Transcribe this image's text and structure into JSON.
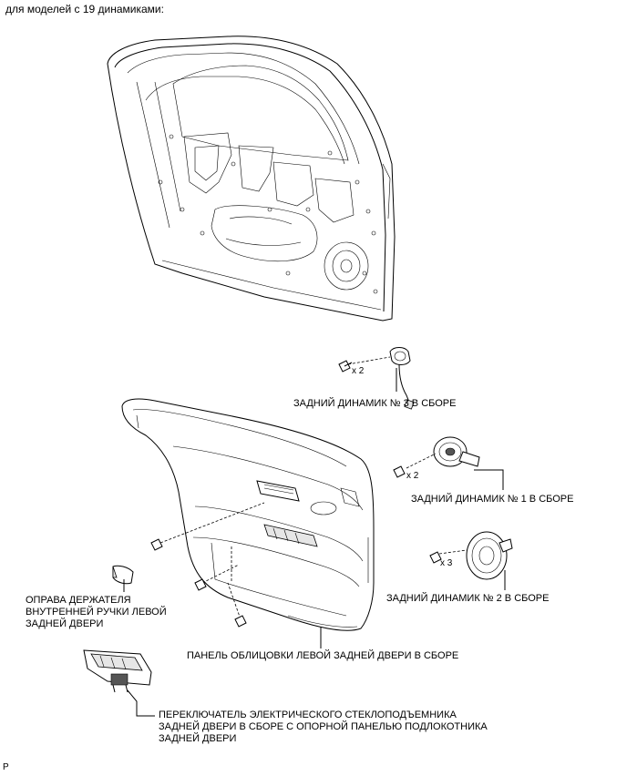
{
  "heading": "для моделей с 19 динамиками:",
  "corner_code": "P",
  "labels": {
    "speaker3": "ЗАДНИЙ ДИНАМИК № 3 В СБОРЕ",
    "speaker1": "ЗАДНИЙ ДИНАМИК № 1 В СБОРЕ",
    "speaker2": "ЗАДНИЙ ДИНАМИК № 2 В СБОРЕ",
    "handle_bezel": [
      "ОПРАВА ДЕРЖАТЕЛЯ",
      "ВНУТРЕННЕЙ РУЧКИ ЛЕВОЙ",
      "ЗАДНЕЙ ДВЕРИ"
    ],
    "trim_panel": "ПАНЕЛЬ ОБЛИЦОВКИ ЛЕВОЙ ЗАДНЕЙ ДВЕРИ В СБОРЕ",
    "window_switch": [
      "ПЕРЕКЛЮЧАТЕЛЬ ЭЛЕКТРИЧЕСКОГО СТЕКЛОПОДЪЕМНИКА",
      "ЗАДНЕЙ ДВЕРИ В СБОРЕ С ОПОРНОЙ ПАНЕЛЬЮ ПОДЛОКОТНИКА",
      "ЗАДНЕЙ ДВЕРИ"
    ]
  },
  "quantities": {
    "speaker3_screws": "x 2",
    "speaker1_screws": "x 2",
    "speaker2_screws": "x 3"
  }
}
